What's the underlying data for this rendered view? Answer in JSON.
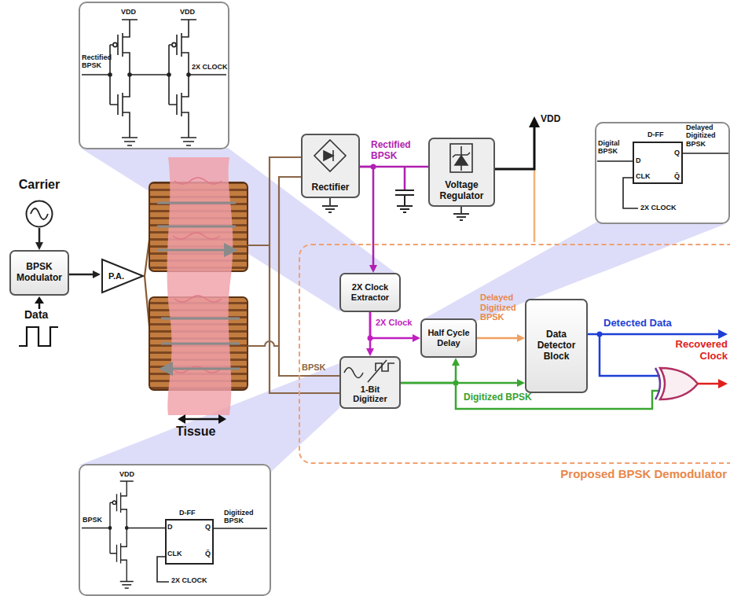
{
  "diagram": {
    "nodes": [
      {
        "text": [
          "VDD",
          "VDD",
          "Rectified BPSK",
          "2X CLOCK"
        ]
      },
      {
        "text": [
          "Carrier"
        ]
      },
      {
        "text": [
          "BPSK Modulator"
        ]
      },
      {
        "text": [
          "P.A."
        ]
      },
      {
        "text": [
          "Rectifier"
        ]
      },
      {
        "text": [
          "Voltage Regulator"
        ]
      },
      {
        "text": [
          "Digital BPSK",
          "Delayed Digitized BPSK",
          "2X CLOCK"
        ]
      },
      {
        "text": [
          "D-FF",
          "D",
          "Q",
          "CLK",
          "Q̄"
        ],
        "in": 6
      },
      {
        "text": [
          "Proposed BPSK Demodulator"
        ]
      },
      {
        "text": [
          "2X Clock Extractor"
        ],
        "in": 8
      },
      {
        "text": [
          "Half Cycle Delay"
        ],
        "in": 8
      },
      {
        "text": [
          "Data Detector Block"
        ],
        "in": 8
      },
      {
        "text": [
          "1-Bit Digitizer"
        ],
        "in": 8
      },
      {
        "text": [
          "VDD",
          "BPSK",
          "Digitized BPSK",
          "2X CLOCK"
        ]
      },
      {
        "text": [
          "D-FF",
          "D",
          "Q",
          "CLK",
          "Q̄"
        ],
        "in": 13
      }
    ],
    "edges": [
      {
        "from": 1,
        "to": 2,
        "arrow": "to"
      },
      {
        "from": 2,
        "to": 3,
        "arrow": "to"
      },
      {
        "from": 4,
        "to": 5,
        "label": "Rectified BPSK",
        "arrow": "none"
      },
      {
        "from": 4,
        "to": 9,
        "arrow": "to"
      },
      {
        "from": 9,
        "to": 10,
        "label": "2X Clock",
        "arrow": "to"
      },
      {
        "from": 9,
        "to": 12,
        "arrow": "to"
      },
      {
        "from": 12,
        "to": 10,
        "arrow": "to"
      },
      {
        "from": 12,
        "to": 11,
        "arrow": "to"
      },
      {
        "from": 10,
        "to": 11,
        "label": "Delayed Digitized BPSK",
        "arrow": "to"
      }
    ],
    "labels": [
      "Data",
      "Tissue",
      "VDD",
      "BPSK",
      "Detected Data",
      "Digitized BPSK",
      "Recovered Clock"
    ]
  }
}
